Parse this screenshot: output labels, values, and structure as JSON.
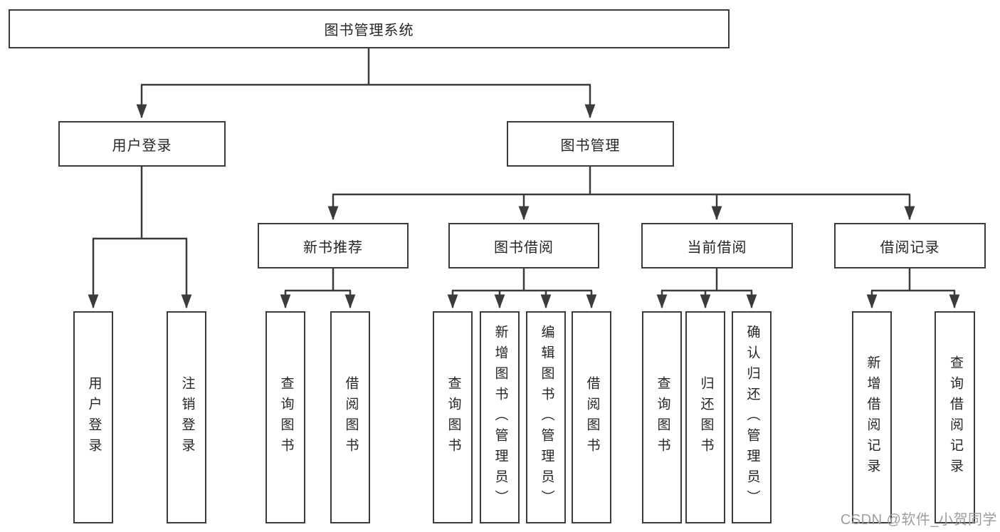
{
  "diagram_title": "图书管理系统",
  "tree": {
    "label": "图书管理系统",
    "children": [
      {
        "label": "用户登录",
        "children": [
          {
            "label": "用户登录"
          },
          {
            "label": "注销登录"
          }
        ]
      },
      {
        "label": "图书管理",
        "children": [
          {
            "label": "新书推荐",
            "children": [
              {
                "label": "查询图书"
              },
              {
                "label": "借阅图书"
              }
            ]
          },
          {
            "label": "图书借阅",
            "children": [
              {
                "label": "查询图书"
              },
              {
                "label": "新增图书（管理员）"
              },
              {
                "label": "编辑图书（管理员）"
              },
              {
                "label": "借阅图书"
              }
            ]
          },
          {
            "label": "当前借阅",
            "children": [
              {
                "label": "查询图书"
              },
              {
                "label": "归还图书"
              },
              {
                "label": "确认归还（管理员）"
              }
            ]
          },
          {
            "label": "借阅记录",
            "children": [
              {
                "label": "新增借阅记录"
              },
              {
                "label": "查询借阅记录"
              }
            ]
          }
        ]
      }
    ]
  },
  "watermark": {
    "text": "CSDN @软件_小贺同学"
  },
  "colors": {
    "line": "#3b3b3b",
    "box_border": "#3b3b3b",
    "text": "#262626",
    "watermark": "#9d9d9d",
    "background": "#ffffff"
  }
}
